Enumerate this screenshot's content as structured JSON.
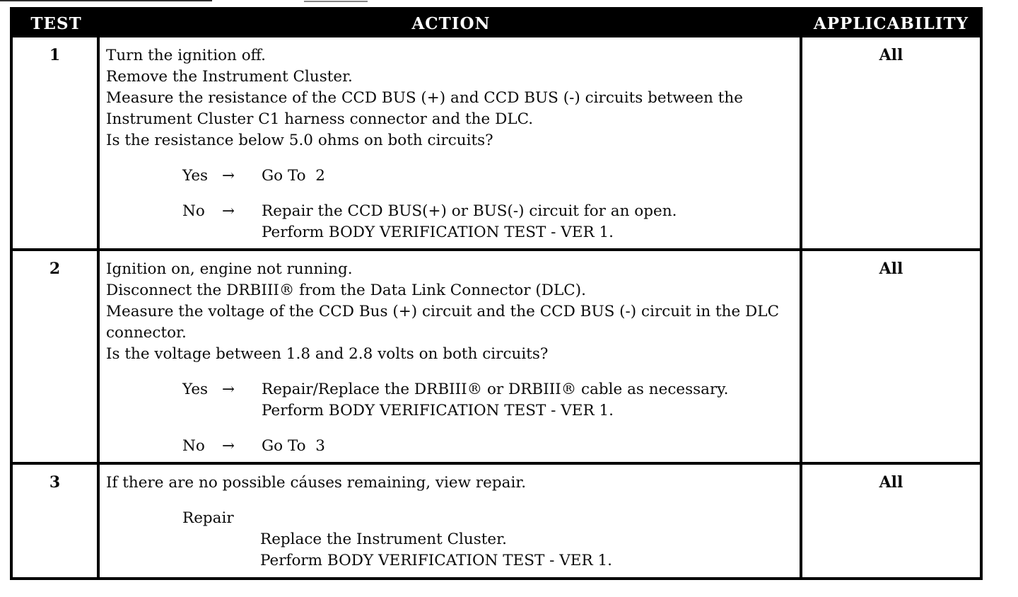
{
  "table": {
    "columns": [
      {
        "label": "TEST"
      },
      {
        "label": "ACTION"
      },
      {
        "label": "APPLICABILITY"
      }
    ],
    "rows": [
      {
        "test": "1",
        "applicability": "All",
        "action_lines": [
          "Turn the ignition off.",
          "Remove the Instrument Cluster.",
          "Measure the resistance of the CCD BUS (+) and CCD BUS (-) circuits between the Instrument Cluster C1 harness connector and the DLC.",
          "Is the resistance below 5.0 ohms on both circuits?"
        ],
        "branches": [
          {
            "label": "Yes",
            "arrow": "→",
            "lines": [
              "Go To  2"
            ]
          },
          {
            "label": "No",
            "arrow": "→",
            "lines": [
              "Repair the CCD BUS(+) or BUS(-) circuit for an open.",
              "Perform BODY VERIFICATION TEST - VER 1."
            ]
          }
        ]
      },
      {
        "test": "2",
        "applicability": "All",
        "action_lines": [
          "Ignition on, engine not running.",
          "Disconnect the DRBIII® from the Data Link Connector (DLC).",
          "Measure the voltage of the CCD Bus (+) circuit and the CCD BUS (-) circuit in the DLC connector.",
          "Is the voltage between 1.8 and 2.8 volts on both circuits?"
        ],
        "branches": [
          {
            "label": "Yes",
            "arrow": "→",
            "lines": [
              "Repair/Replace the DRBIII® or DRBIII® cable as necessary.",
              "Perform BODY VERIFICATION TEST - VER 1."
            ]
          },
          {
            "label": "No",
            "arrow": "→",
            "lines": [
              "Go To  3"
            ]
          }
        ]
      },
      {
        "test": "3",
        "applicability": "All",
        "action_lines": [
          "If there are no possible cáuses remaining, view repair."
        ],
        "branches": [
          {
            "label": "Repair",
            "arrow": "",
            "lines": [
              "Replace the Instrument Cluster.",
              "Perform BODY VERIFICATION TEST - VER 1."
            ]
          }
        ]
      }
    ]
  },
  "colors": {
    "header_bg": "#000000",
    "header_text": "#ffffff",
    "body_text": "#0b0b0b",
    "border": "#000000",
    "page_bg": "#ffffff"
  }
}
